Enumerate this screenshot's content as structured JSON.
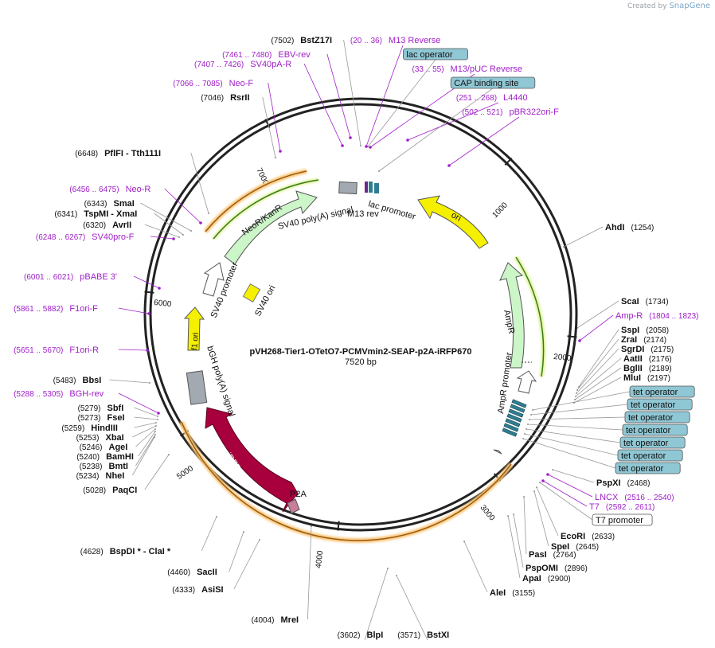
{
  "credit": {
    "prefix": "Created by",
    "brand": "SnapGene"
  },
  "plasmid": {
    "name": "pVH268-Tier1-OTetO7-PCMVmin2-SEAP-p2A-iRFP670",
    "length_label": "7520 bp"
  },
  "ticks": [
    "1000",
    "2000",
    "3000",
    "4000",
    "5000",
    "6000",
    "7000"
  ],
  "colors": {
    "primer": "#a020c8",
    "feature_box": "#8fc7d4",
    "arc_orange": "#f2a23a",
    "arrow_green": "#ccf5c8",
    "arrow_yellow": "#f5f000",
    "arrow_red": "#a8003c",
    "operator": "#2f7d90"
  },
  "features": [
    {
      "label": "lac promoter"
    },
    {
      "label": "M13 rev"
    },
    {
      "label": "SV40 poly(A) signal"
    },
    {
      "label": "NeoR/KanR"
    },
    {
      "label": "SV40 promoter"
    },
    {
      "label": "SV40 ori"
    },
    {
      "label": "f1 ori"
    },
    {
      "label": "bGH poly(A) signal"
    },
    {
      "label": "iRFP670"
    },
    {
      "label": "P2A"
    },
    {
      "label": "ori"
    },
    {
      "label": "AmpR"
    },
    {
      "label": "AmpR promoter"
    }
  ],
  "site_labels": [
    {
      "pos": "(7502)",
      "name": "BstZ17I",
      "type": "site"
    },
    {
      "pos": "(20 .. 36)",
      "name": "M13 Reverse",
      "type": "primer"
    },
    {
      "name": "lac operator",
      "type": "box"
    },
    {
      "pos": "(33 .. 55)",
      "name": "M13/pUC Reverse",
      "type": "primer"
    },
    {
      "name": "CAP binding site",
      "type": "box"
    },
    {
      "pos": "(251 .. 268)",
      "name": "L4440",
      "type": "primer"
    },
    {
      "pos": "(502 .. 521)",
      "name": "pBR322ori-F",
      "type": "primer"
    },
    {
      "pos": "(7461 .. 7480)",
      "name": "EBV-rev",
      "type": "primer"
    },
    {
      "pos": "(7407 .. 7426)",
      "name": "SV40pA-R",
      "type": "primer"
    },
    {
      "pos": "(7066 .. 7085)",
      "name": "Neo-F",
      "type": "primer"
    },
    {
      "pos": "(7046)",
      "name": "RsrII",
      "type": "site"
    },
    {
      "pos": "(6648)",
      "name": "PflFI - Tth111I",
      "type": "site"
    },
    {
      "pos": "(6456 .. 6475)",
      "name": "Neo-R",
      "type": "primer"
    },
    {
      "pos": "(6343)",
      "name": "SmaI",
      "type": "site"
    },
    {
      "pos": "(6341)",
      "name": "TspMI - XmaI",
      "type": "site"
    },
    {
      "pos": "(6320)",
      "name": "AvrII",
      "type": "site"
    },
    {
      "pos": "(6248 .. 6267)",
      "name": "SV40pro-F",
      "type": "primer"
    },
    {
      "pos": "(6001 .. 6021)",
      "name": "pBABE 3'",
      "type": "primer"
    },
    {
      "pos": "(5861 .. 5882)",
      "name": "F1ori-F",
      "type": "primer"
    },
    {
      "pos": "(5651 .. 5670)",
      "name": "F1ori-R",
      "type": "primer"
    },
    {
      "pos": "(5483)",
      "name": "BbsI",
      "type": "site"
    },
    {
      "pos": "(5288 .. 5305)",
      "name": "BGH-rev",
      "type": "primer"
    },
    {
      "pos": "(5279)",
      "name": "SbfI",
      "type": "site"
    },
    {
      "pos": "(5273)",
      "name": "FseI",
      "type": "site"
    },
    {
      "pos": "(5259)",
      "name": "HindIII",
      "type": "site"
    },
    {
      "pos": "(5253)",
      "name": "XbaI",
      "type": "site"
    },
    {
      "pos": "(5246)",
      "name": "AgeI",
      "type": "site"
    },
    {
      "pos": "(5240)",
      "name": "BamHI",
      "type": "site"
    },
    {
      "pos": "(5238)",
      "name": "BmtI",
      "type": "site"
    },
    {
      "pos": "(5234)",
      "name": "NheI",
      "type": "site"
    },
    {
      "pos": "(5028)",
      "name": "PaqCI",
      "type": "site"
    },
    {
      "pos": "(4628)",
      "name": "BspDI * - ClaI *",
      "type": "site"
    },
    {
      "pos": "(4460)",
      "name": "SacII",
      "type": "site"
    },
    {
      "pos": "(4333)",
      "name": "AsiSI",
      "type": "site"
    },
    {
      "pos": "(4004)",
      "name": "MreI",
      "type": "site"
    },
    {
      "pos": "(3602)",
      "name": "BlpI",
      "type": "site"
    },
    {
      "pos": "(3571)",
      "name": "BstXI",
      "type": "site"
    },
    {
      "pos": "(1254)",
      "name": "AhdI",
      "type": "site"
    },
    {
      "pos": "(1734)",
      "name": "ScaI",
      "type": "site"
    },
    {
      "pos": "(1804 .. 1823)",
      "name": "Amp-R",
      "type": "primer"
    },
    {
      "pos": "(2058)",
      "name": "SspI",
      "type": "site"
    },
    {
      "pos": "(2174)",
      "name": "ZraI",
      "type": "site"
    },
    {
      "pos": "(2175)",
      "name": "SgrDI",
      "type": "site"
    },
    {
      "pos": "(2176)",
      "name": "AatII",
      "type": "site"
    },
    {
      "pos": "(2189)",
      "name": "BglII",
      "type": "site"
    },
    {
      "pos": "(2197)",
      "name": "MluI",
      "type": "site"
    },
    {
      "name": "tet operator",
      "type": "box"
    },
    {
      "name": "tet operator",
      "type": "box"
    },
    {
      "name": "tet operator",
      "type": "box"
    },
    {
      "name": "tet operator",
      "type": "box"
    },
    {
      "name": "tet operator",
      "type": "box"
    },
    {
      "name": "tet operator",
      "type": "box"
    },
    {
      "name": "tet operator",
      "type": "box"
    },
    {
      "pos": "(2468)",
      "name": "PspXI",
      "type": "site"
    },
    {
      "pos": "(2516 .. 2540)",
      "name": "LNCX",
      "type": "primer"
    },
    {
      "pos": "(2592 .. 2611)",
      "name": "T7",
      "type": "primer"
    },
    {
      "name": "T7 promoter",
      "type": "whitebox"
    },
    {
      "pos": "(2633)",
      "name": "EcoRI",
      "type": "site"
    },
    {
      "pos": "(2645)",
      "name": "SpeI",
      "type": "site"
    },
    {
      "pos": "(2764)",
      "name": "PasI",
      "type": "site"
    },
    {
      "pos": "(2896)",
      "name": "PspOMI",
      "type": "site"
    },
    {
      "pos": "(2900)",
      "name": "ApaI",
      "type": "site"
    },
    {
      "pos": "(3155)",
      "name": "AleI",
      "type": "site"
    }
  ]
}
